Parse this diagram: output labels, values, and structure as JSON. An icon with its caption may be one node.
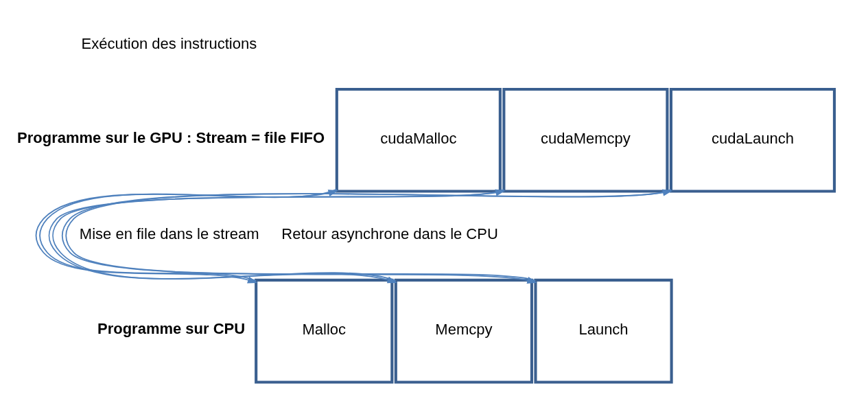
{
  "diagram": {
    "nodes": [
      {
        "text": [
          "cudaMalloc"
        ]
      },
      {
        "text": [
          "cudaMemcpy"
        ]
      },
      {
        "text": [
          "cudaLaunch"
        ]
      },
      {
        "text": [
          "Malloc"
        ]
      },
      {
        "text": [
          "Memcpy"
        ]
      },
      {
        "text": [
          "Launch"
        ]
      }
    ],
    "edges": [
      {
        "from": 3,
        "to": 0,
        "arrow": "to"
      },
      {
        "from": 0,
        "to": 3,
        "arrow": "to"
      },
      {
        "from": 4,
        "to": 1,
        "arrow": "to"
      },
      {
        "from": 1,
        "to": 4,
        "arrow": "to"
      },
      {
        "from": 5,
        "to": 2,
        "arrow": "to"
      },
      {
        "from": 2,
        "to": 5,
        "arrow": "to"
      }
    ],
    "labels": [
      "Exécution des instructions",
      "Programme sur le GPU : Stream = file FIFO",
      "Mise en file dans le stream",
      "Retour asynchrone dans le CPU",
      "Programme sur CPU"
    ]
  }
}
